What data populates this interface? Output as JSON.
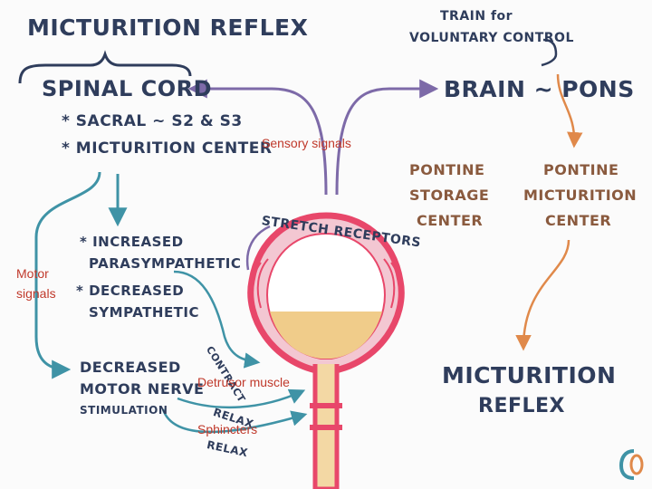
{
  "title": "MICTURITION REFLEX",
  "train_line1": "TRAIN for",
  "train_line2": "VOLUNTARY CONTROL",
  "spinal_cord": {
    "heading": "SPINAL CORD",
    "items": [
      "* SACRAL ~ S2 & S3",
      "* MICTURITION CENTER"
    ]
  },
  "brain_pons": "BRAIN ~ PONS",
  "pontine_storage": [
    "PONTINE",
    "STORAGE",
    "CENTER"
  ],
  "pontine_micturition": [
    "PONTINE",
    "MICTURITION",
    "CENTER"
  ],
  "stretch_receptors": "STRETCH RECEPTORS",
  "autonomic": [
    "* INCREASED",
    "PARASYMPATHETIC",
    "* DECREASED",
    "SYMPATHETIC"
  ],
  "motor_nerve": [
    "DECREASED",
    "MOTOR NERVE",
    "STIMULATION"
  ],
  "actions": {
    "contract": "CONTRACT",
    "relax1": "RELAX",
    "relax2": "RELAX"
  },
  "outcome": [
    "MICTURITION",
    "REFLEX"
  ],
  "overlays": {
    "sensory": "Sensory signals",
    "motor": [
      "Motor",
      "signals"
    ],
    "detrusor": "Detrusor muscle",
    "sphincters": "Sphincters"
  },
  "colors": {
    "navy": "#2f3d5c",
    "teal": "#3f93a6",
    "purple": "#7d6aa8",
    "orange": "#e0894a",
    "pink": "#e8476a",
    "urine": "#f0cc8a",
    "overlay_red": "#c0392b"
  },
  "icons": [
    "logo-icon"
  ]
}
